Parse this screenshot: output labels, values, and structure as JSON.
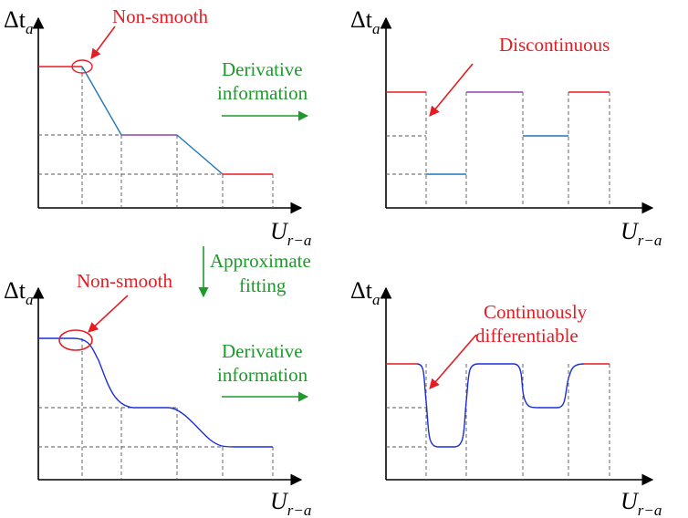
{
  "axes": {
    "y_symbol": "Δt",
    "y_sub": "a",
    "x_symbol": "U",
    "x_sub": "r−a"
  },
  "annotations": {
    "nonsmooth_top": "Non-smooth",
    "nonsmooth_bottom": "Non-smooth",
    "discontinuous": "Discontinuous",
    "continuously_line1": "Continuously",
    "continuously_line2": "differentiable"
  },
  "arrows": {
    "derivative_top_line1": "Derivative",
    "derivative_top_line2": "information",
    "derivative_bottom_line1": "Derivative",
    "derivative_bottom_line2": "information",
    "fitting_line1": "Approximate",
    "fitting_line2": "fitting"
  },
  "colors": {
    "red": "#e51c23",
    "green": "#1c9a2a",
    "blue": "#1f77b4",
    "purple": "#8e44ad",
    "fit_blue": "#1a2fd6"
  }
}
